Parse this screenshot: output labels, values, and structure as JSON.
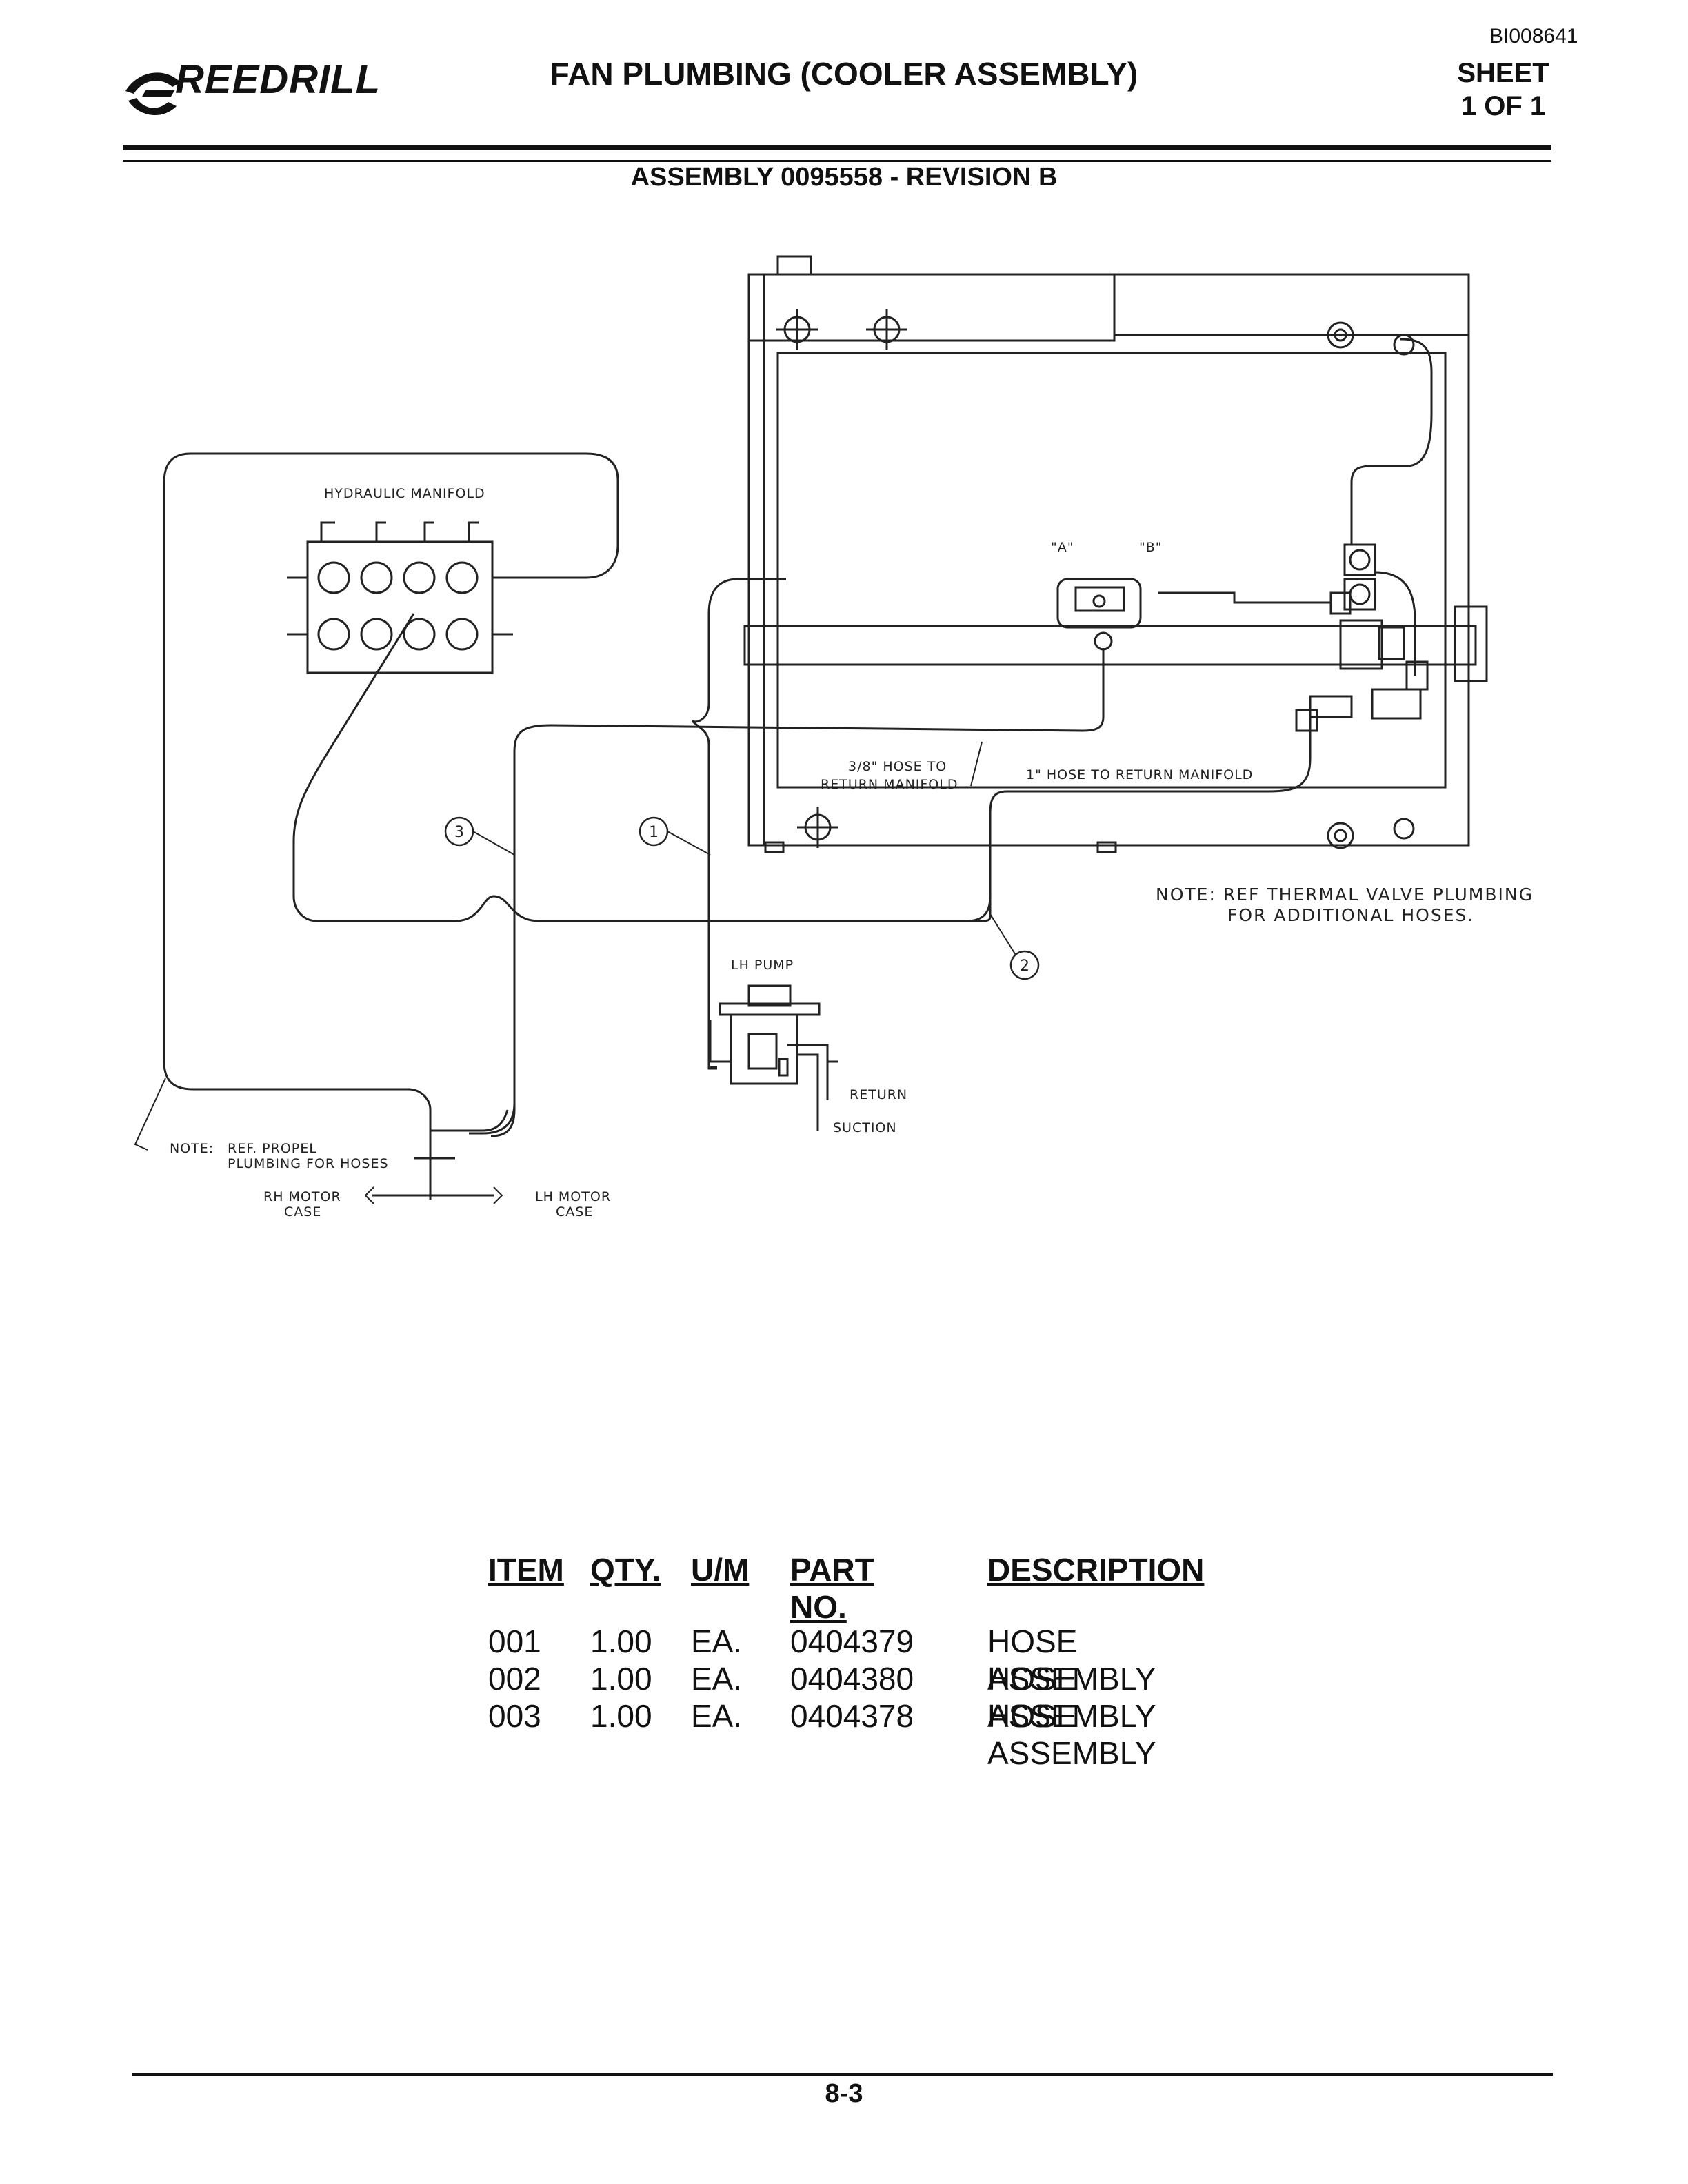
{
  "header": {
    "doc_id": "BI008641",
    "logo_text": "REEDRILL",
    "title": "FAN PLUMBING (COOLER ASSEMBLY)",
    "sheet_label": "SHEET",
    "sheet_value": "1 OF 1",
    "assembly": "ASSEMBLY 0095558 - REVISION B"
  },
  "diagram": {
    "hydraulic_manifold": "HYDRAULIC MANIFOLD",
    "label_a": "\"A\"",
    "label_b": "\"B\"",
    "hose_38_line1": "3/8\" HOSE TO",
    "hose_38_line2": "RETURN MANIFOLD",
    "hose_1": "1\" HOSE TO RETURN MANIFOLD",
    "note_thermal_line1": "NOTE: REF THERMAL VALVE PLUMBING",
    "note_thermal_line2": "FOR ADDITIONAL HOSES.",
    "lh_pump": "LH PUMP",
    "return": "RETURN",
    "suction": "SUCTION",
    "note_propel_prefix": "NOTE:",
    "note_propel_line1": "REF. PROPEL",
    "note_propel_line2": "PLUMBING FOR HOSES",
    "rh_motor_line1": "RH MOTOR",
    "rh_motor_line2": "CASE",
    "lh_motor_line1": "LH MOTOR",
    "lh_motor_line2": "CASE",
    "callouts": [
      "1",
      "2",
      "3"
    ]
  },
  "parts_table": {
    "headers": {
      "item": "ITEM",
      "qty": "QTY.",
      "um": "U/M",
      "part_no": "PART NO.",
      "description": "DESCRIPTION"
    },
    "rows": [
      {
        "item": "001",
        "qty": "1.00",
        "um": "EA.",
        "part_no": "0404379",
        "description": "HOSE ASSEMBLY"
      },
      {
        "item": "002",
        "qty": "1.00",
        "um": "EA.",
        "part_no": "0404380",
        "description": "HOSE ASSEMBLY"
      },
      {
        "item": "003",
        "qty": "1.00",
        "um": "EA.",
        "part_no": "0404378",
        "description": "HOSE ASSEMBLY"
      }
    ]
  },
  "footer": {
    "page_number": "8-3"
  }
}
